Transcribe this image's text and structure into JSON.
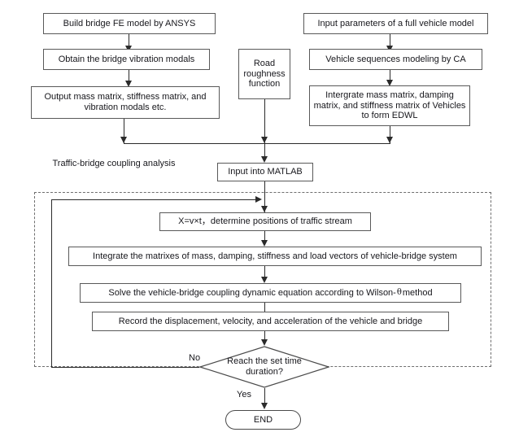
{
  "diagram": {
    "type": "flowchart",
    "title_text": "",
    "nodes": {
      "build_model": "Build bridge FE model by ANSYS",
      "obtain_modals": "Obtain the bridge vibration modals",
      "output_matrix": "Output mass matrix, stiffness matrix, and vibration modals etc.",
      "road_roughness": "Road roughness function",
      "input_params": "Input parameters of a full vehicle model",
      "vehicle_sequences": "Vehicle sequences modeling by CA",
      "integrate_edwl": "Intergrate mass matrix, damping matrix, and stiffness matrix of Vehicles to form EDWL",
      "input_matlab": "Input into MATLAB",
      "determine_positions": "X=v×t，determine positions of traffic stream",
      "integrate_matrixes": "Integrate the matrixes of mass, damping, stiffness and load vectors of vehicle-bridge system",
      "solve_equation_pre": "Solve the vehicle-bridge coupling dynamic equation according to Wilson-",
      "solve_equation_theta": "θ",
      "solve_equation_post": "method",
      "record_results": "Record the displacement, velocity, and acceleration of the vehicle and bridge",
      "decision": "Reach the set time duration?",
      "end": "END"
    },
    "group_label": "Traffic-bridge coupling analysis",
    "edge_labels": {
      "no": "No",
      "yes": "Yes"
    },
    "colors": {
      "line": "#2b2b2b",
      "box_border": "#595959",
      "dashed_border": "#6e6e6e",
      "text": "#17171c",
      "background": "#ffffff"
    }
  }
}
